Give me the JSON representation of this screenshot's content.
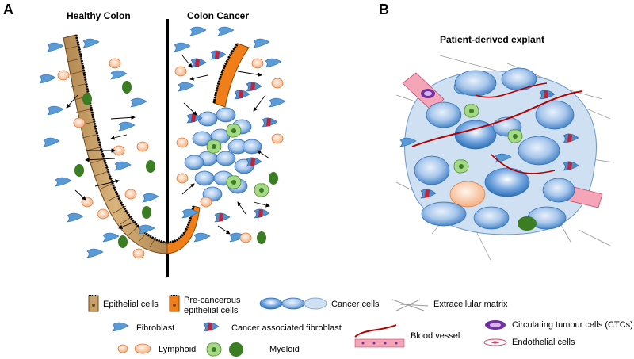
{
  "panel_a": {
    "letter": "A",
    "left_title": "Healthy Colon",
    "right_title": "Colon Cancer"
  },
  "panel_b": {
    "letter": "B",
    "title": "Patient-derived explant"
  },
  "legend": {
    "epithelial": "Epithelial cells",
    "precancer_line1": "Pre-cancerous",
    "precancer_line2": "epithelial cells",
    "cancer": "Cancer cells",
    "ecm": "Extracellular matrix",
    "fibroblast": "Fibroblast",
    "caf": "Cancer associated fibroblast",
    "blood": "Blood vessel",
    "ctc": "Circulating tumour cells (CTCs)",
    "lymphoid": "Lymphoid",
    "myeloid": "Myeloid",
    "endothelial": "Endothelial cells"
  },
  "colors": {
    "epithelial": "#c8a06a",
    "precancer": "#f07f1a",
    "cancer": "#5b9bd5",
    "fibroblast": "#4f8fd0",
    "caf_red": "#c0233a",
    "lymphoid": "#f4b183",
    "myeloid": "#3b7d23",
    "myeloid_light": "#8fcf6a",
    "blood": "#b30000",
    "ctc": "#7030a0",
    "endothelial": "#f4a6b8"
  }
}
